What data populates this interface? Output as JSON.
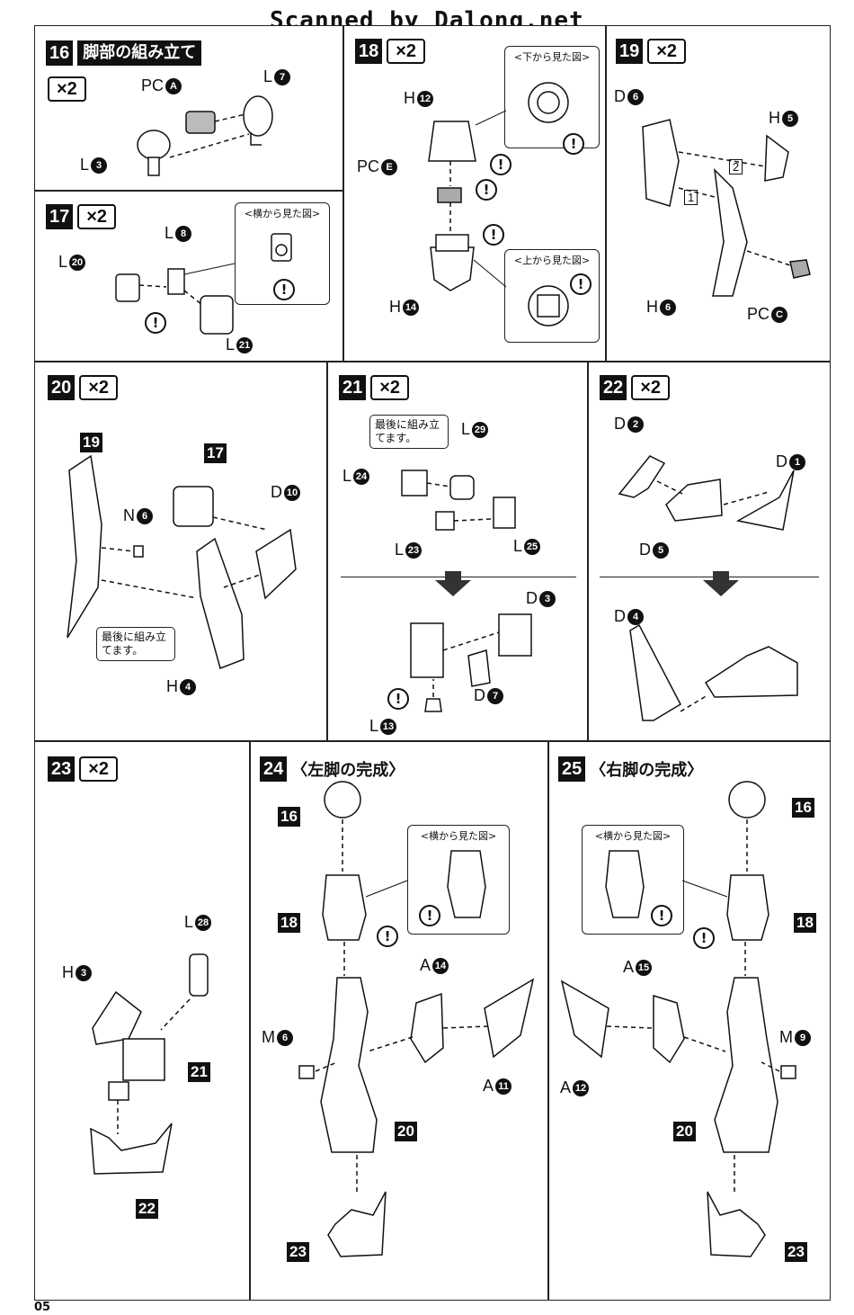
{
  "watermark": "Scanned by Dalong.net",
  "page_number": "05",
  "step16": {
    "num": "16",
    "title": "脚部の組み立て",
    "mult": "×2",
    "labels": [
      {
        "t": "PC",
        "c": "A"
      },
      {
        "t": "L",
        "c": "7"
      },
      {
        "t": "L",
        "c": "3"
      }
    ]
  },
  "step17": {
    "num": "17",
    "mult": "×2",
    "view": "<横から見た図>",
    "labels": [
      {
        "t": "L",
        "c": "8"
      },
      {
        "t": "L",
        "c": "20"
      },
      {
        "t": "L",
        "c": "21"
      }
    ]
  },
  "step18": {
    "num": "18",
    "mult": "×2",
    "view_bottom": "<下から見た図>",
    "view_top": "<上から見た図>",
    "labels": [
      {
        "t": "H",
        "c": "12"
      },
      {
        "t": "PC",
        "c": "E"
      },
      {
        "t": "H",
        "c": "14"
      }
    ]
  },
  "step19": {
    "num": "19",
    "mult": "×2",
    "labels": [
      {
        "t": "D",
        "c": "6"
      },
      {
        "t": "H",
        "c": "5"
      },
      {
        "t": "H",
        "c": "6"
      },
      {
        "t": "PC",
        "c": "C"
      }
    ],
    "order": [
      "1",
      "2"
    ]
  },
  "step20": {
    "num": "20",
    "mult": "×2",
    "note": "最後に組み立てます。",
    "labels": [
      {
        "t": "N",
        "c": "6"
      },
      {
        "t": "D",
        "c": "10"
      },
      {
        "t": "H",
        "c": "4"
      }
    ],
    "subs": [
      "19",
      "17"
    ]
  },
  "step21": {
    "num": "21",
    "mult": "×2",
    "note": "最後に組み立てます。",
    "labels": [
      {
        "t": "L",
        "c": "29"
      },
      {
        "t": "L",
        "c": "24"
      },
      {
        "t": "L",
        "c": "23"
      },
      {
        "t": "L",
        "c": "25"
      },
      {
        "t": "D",
        "c": "3"
      },
      {
        "t": "D",
        "c": "7"
      },
      {
        "t": "L",
        "c": "13"
      }
    ]
  },
  "step22": {
    "num": "22",
    "mult": "×2",
    "labels": [
      {
        "t": "D",
        "c": "2"
      },
      {
        "t": "D",
        "c": "1"
      },
      {
        "t": "D",
        "c": "5"
      },
      {
        "t": "D",
        "c": "4"
      }
    ]
  },
  "step23": {
    "num": "23",
    "mult": "×2",
    "labels": [
      {
        "t": "L",
        "c": "28"
      },
      {
        "t": "H",
        "c": "3"
      }
    ],
    "subs": [
      "21",
      "22"
    ]
  },
  "step24": {
    "num": "24",
    "title": "〈左脚の完成〉",
    "view": "<横から見た図>",
    "labels": [
      {
        "t": "A",
        "c": "14"
      },
      {
        "t": "M",
        "c": "6"
      },
      {
        "t": "A",
        "c": "11"
      }
    ],
    "subs": [
      "16",
      "18",
      "20",
      "23"
    ]
  },
  "step25": {
    "num": "25",
    "title": "〈右脚の完成〉",
    "view": "<横から見た図>",
    "labels": [
      {
        "t": "A",
        "c": "15"
      },
      {
        "t": "M",
        "c": "9"
      },
      {
        "t": "A",
        "c": "12"
      }
    ],
    "subs": [
      "16",
      "18",
      "20",
      "23"
    ]
  },
  "warning_symbol": "!"
}
